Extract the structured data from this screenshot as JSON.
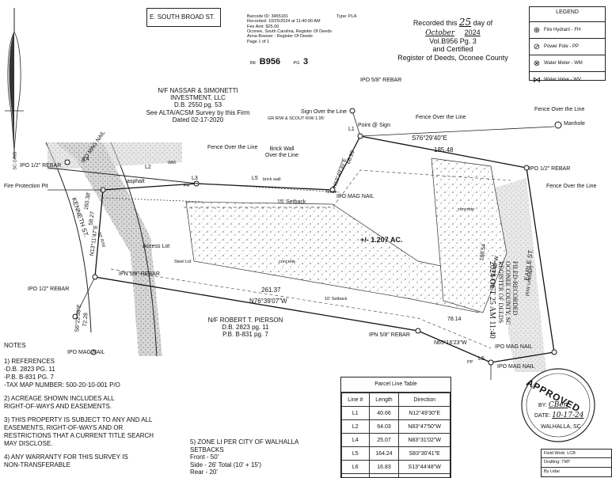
{
  "header": {
    "street": "E. SOUTH BROAD ST.",
    "stamp_lines": [
      "Barcode ID: 3455181",
      "Recorded: 10/25/2024 at 11:40:00 AM",
      "Fee Amt: $25.00",
      "Oconee, South Carolina, Register Of Deeds",
      "Anna Bowser - Register Of Deeds",
      "Page 1 of 1"
    ],
    "stamp_type": "Type: PLA",
    "book_label": "BK",
    "book": "B956",
    "page_label": "PG",
    "page": "3",
    "recorded_this": "Recorded this",
    "day": "25",
    "day_of": "day of",
    "month": "October",
    "year": "2024",
    "vol": "Vol.B956 Pg. 3",
    "and_certified": "and Certified",
    "register": "Register of Deeds, Oconee County"
  },
  "legend": {
    "title": "LEGEND",
    "items": [
      {
        "icon": "fire-hydrant-icon",
        "label": "Fire Hydrant - FH"
      },
      {
        "icon": "power-pole-icon",
        "label": "Power Pole - PP"
      },
      {
        "icon": "water-meter-icon",
        "label": "Water Meter - WM"
      },
      {
        "icon": "water-valve-icon",
        "label": "Water Valve - WV"
      }
    ]
  },
  "plat_labels": {
    "north_owner": [
      "N/F NASSAR & SIMONETTI",
      "INVESTMENT, LLC",
      "D.B. 2550 pg. 53",
      "See ALTA/ACSM Survey by this Firm",
      "Dated 02-17-2020"
    ],
    "sign_over": "Sign Over the Line",
    "rw": "GR R/W & SCOUT R/W 1.95'",
    "point_sign": "Point @ Sign",
    "ipo_58_top": "IPO 5/8\" REBAR",
    "fence_over_top": "Fence Over the Line",
    "fence_over_right": "Fence Over the Line",
    "manhole": "Manhole",
    "course_s76": "S76°29'40\"E",
    "dist_18548": "185.48",
    "dist_6699": "66.99",
    "course_n12": "N12°49'30\"E",
    "ipo_mag_nail_mid": "IPO MAG NAIL",
    "ipo_12_right": "IPO 1/2\" REBAR",
    "fence_over_right2": "Fence Over the Line",
    "ipo_12_left": "IPO 1/2\" REBAR",
    "ipo_mag_nail_left": "IPO MAG NAIL",
    "l4": "L4",
    "l2": "L2",
    "l3": "L3",
    "l5": "L5",
    "l1": "L1",
    "l6": "L6",
    "asphalt": "asphalt",
    "fire_line": "Fire Protection Pit",
    "fence_over_mid": "Fence Over the Line",
    "brick_wall": [
      "Brick Wall",
      "Over the Line"
    ],
    "brick_wall_small": "brick wall",
    "fence_small": "fence",
    "setback_15": "15' Setback",
    "acres": "+/- 1.207 AC.",
    "concrete_1": "concrete",
    "concrete_2": "concrete",
    "access_lot": "Access Lot",
    "steel_lid": "Steel Lid",
    "ipn_58_left": "IPN 5/8\" REBAR",
    "ipo_12_lower": "IPO 1/2\" REBAR",
    "course_n76": "N76°39'07\"W",
    "dist_26137": "261.37",
    "setback_10": "10' Setback",
    "dist_7814": "78.14",
    "course_n65": "N65°16'23\"W",
    "ipn_58_bottom": "IPN 5/8\" REBAR",
    "ipo_mag_nail_br1": "IPO MAG NAIL",
    "ipo_mag_nail_br2": "IPO MAG NAIL",
    "ipo_mag_nail_bl": "IPO MAG NAIL",
    "south_owner": [
      "N/F ROBERT T. PIERSON",
      "D.B. 2823 pg. 11",
      "P.B. B-831 pg. 7"
    ],
    "kenneth": "KENNETH ST.",
    "kenneth_rw": "50' R/W",
    "left_dist": "160.38'",
    "earle": "EARLE ST.",
    "earle_rw": "(R/W Unknown)",
    "right_dist": "188.54",
    "course_s13": "S13°44'48\"W",
    "course_s6": "S6°22'38\"E",
    "dist_7228": "72.28",
    "dist_5827": "58.27",
    "course_n13": "N13°11'47\"E",
    "wm_label": "WM",
    "fh_label": "FH",
    "pp_label": "PP",
    "sc_grid": "SC GRID"
  },
  "filed_stamp": [
    "FILED-RECORDED",
    "OCONEE COUNTY, SC",
    "REGISTER OF DEEDS",
    "2024 OCT 25 AM 11:40"
  ],
  "notes": {
    "heading": "NOTES",
    "n1": [
      "1) REFERENCES",
      "-D.B. 2823 PG. 11",
      "-P.B. B-831 PG. 7",
      "-TAX MAP NUMBER: 500-20-10-001 P/O"
    ],
    "n2": [
      "2) ACREAGE SHOWN INCLUDES ALL",
      "RIGHT-OF-WAYS AND EASEMENTS."
    ],
    "n3": [
      "3) THIS PROPERTY IS SUBJECT TO ANY AND ALL",
      "EASEMENTS, RIGHT-OF-WAYS AND OR",
      "RESTRICTIONS THAT A CURRENT TITLE SEARCH",
      "MAY DISCLOSE."
    ],
    "n4": [
      "4) ANY WARRANTY FOR THIS SURVEY IS",
      "NON-TRANSFERABLE"
    ],
    "n5": [
      "5) ZONE LI PER CITY OF WALHALLA",
      "SETBACKS",
      "Front - 50'",
      "Side - 26' Total (10' + 15')",
      "Rear - 20'"
    ]
  },
  "parcel_table": {
    "title": "Parcel Line Table",
    "headers": [
      "Line #",
      "Length",
      "Direction"
    ],
    "rows": [
      [
        "L1",
        "40.66",
        "N12°49'30\"E"
      ],
      [
        "L2",
        "64.03",
        "N83°47'50\"W"
      ],
      [
        "L4",
        "25.07",
        "N83°31'02\"W"
      ],
      [
        "L5",
        "164.24",
        "S83°30'41\"E"
      ],
      [
        "L6",
        "16.83",
        "S13°44'48\"W"
      ],
      [
        "",
        "",
        ""
      ]
    ]
  },
  "approved": {
    "word": "APPROVED",
    "by": "BY:",
    "by_sig": "CBen",
    "date": "DATE:",
    "date_val": "10-17-24",
    "city": "WALHALLA, SC"
  },
  "field": {
    "field_work": "Field Work: LCB",
    "drafting": "Drafting: TMT",
    "third": "By Lidar"
  }
}
